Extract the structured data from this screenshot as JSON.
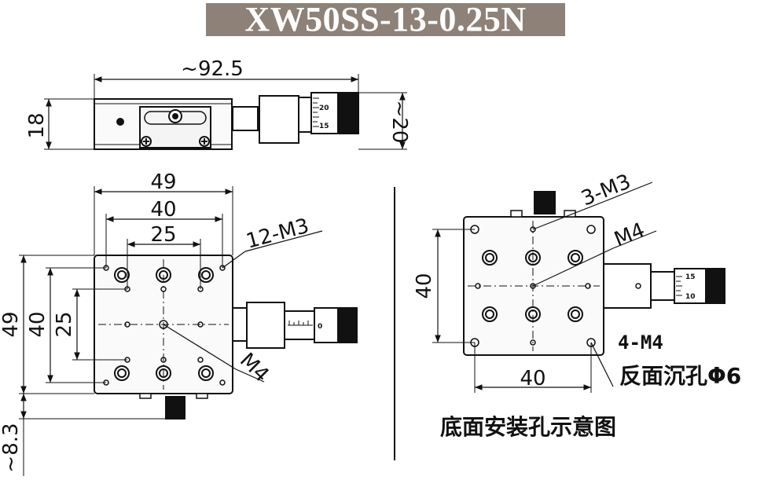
{
  "title": "XW50SS-13-0.25N",
  "dimensions": {
    "side_length": "~92.5",
    "side_height": "18",
    "side_height_right": "~20",
    "top_width": "49",
    "top_40": "40",
    "top_25": "25",
    "left_49": "49",
    "left_40": "40",
    "left_25": "25",
    "bottom_offset": "~8.3",
    "bottom_40_vertical": "40",
    "bottom_40_horizontal": "40"
  },
  "labels": {
    "top_holes": "12-M3",
    "top_center": "M4",
    "bottom_holes": "3-M3",
    "bottom_center": "M4",
    "bottom_corner": "4-M4",
    "counterbore": "反面沉孔Φ6",
    "caption": "底面安装孔示意图"
  },
  "micrometer": {
    "side_ticks": [
      "20",
      "15"
    ],
    "top_tick": "0",
    "bottom_ticks": [
      "15",
      "10"
    ]
  }
}
